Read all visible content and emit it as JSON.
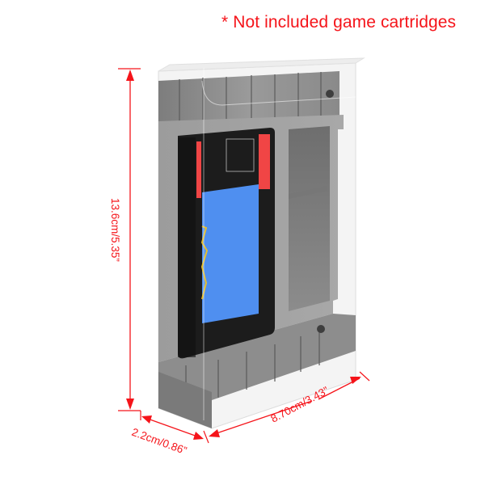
{
  "note": {
    "text": "* Not included game cartridges",
    "color": "#f5141a"
  },
  "dimensions": {
    "height": "13.6cm/5.35”",
    "width": "8.70cm/3.43”",
    "depth": "2.2cm/0.86”"
  },
  "product": {
    "description": "Clear plastic protective case containing grey game cartridge",
    "colors": {
      "cartridge": "#8a8a8a",
      "label": "#1c1c1c",
      "screen": "#4f8ff0",
      "accent": "#f04545",
      "case": "#f2f2f2"
    }
  }
}
